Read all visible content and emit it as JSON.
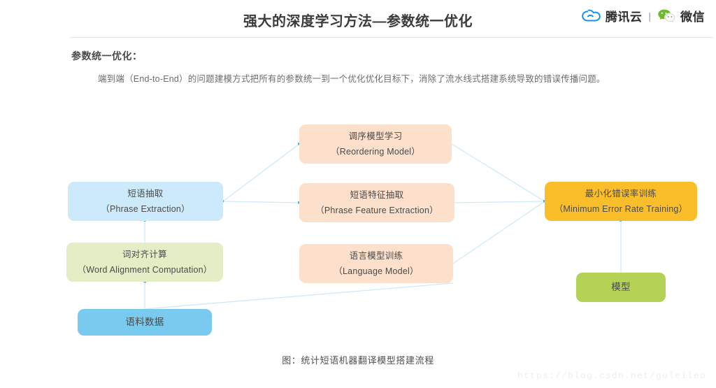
{
  "header": {
    "title": "强大的深度学习方法—参数统一优化",
    "brand": {
      "cloud_icon": "tencent-cloud-icon",
      "cloud_name": "腾讯云",
      "separator": "|",
      "wechat_icon": "wechat-icon",
      "wechat_name": "微信"
    }
  },
  "content": {
    "section_title": "参数统一优化：",
    "paragraph": "端到端（End-to-End）的问题建模方式把所有的参数统一到一个优化优化目标下，消除了流水线式搭建系统导致的错误传播问题。"
  },
  "chart_data": {
    "type": "diagram",
    "title": "图：统计短语机器翻译模型搭建流程",
    "nodes": [
      {
        "id": "reorder",
        "cn": "调序模型学习",
        "en": "（Reordering Model）",
        "color": "#fce0cb"
      },
      {
        "id": "phrase",
        "cn": "短语抽取",
        "en": "（Phrase Extraction）",
        "color": "#cdeafa"
      },
      {
        "id": "pfeat",
        "cn": "短语特征抽取",
        "en": "（Phrase Feature Extraction）",
        "color": "#fce0cb"
      },
      {
        "id": "mert",
        "cn": "最小化错误率训练",
        "en": "（Minimum Error Rate Training）",
        "color": "#fbbe2b"
      },
      {
        "id": "align",
        "cn": "词对齐计算",
        "en": "（Word Alignment Computation）",
        "color": "#e3eec6"
      },
      {
        "id": "lm",
        "cn": "语言模型训练",
        "en": "（Language Model）",
        "color": "#fce0cb"
      },
      {
        "id": "corpus",
        "cn": "语料数据",
        "en": "",
        "color": "#78caef"
      },
      {
        "id": "model",
        "cn": "模型",
        "en": "",
        "color": "#b4d255"
      }
    ],
    "edges": [
      {
        "from": "phrase",
        "to": "reorder"
      },
      {
        "from": "phrase",
        "to": "pfeat"
      },
      {
        "from": "reorder",
        "to": "mert"
      },
      {
        "from": "pfeat",
        "to": "mert"
      },
      {
        "from": "lm",
        "to": "mert"
      },
      {
        "from": "mert",
        "to": "model"
      },
      {
        "from": "corpus",
        "to": "align"
      },
      {
        "from": "corpus",
        "to": "lm"
      },
      {
        "from": "align",
        "to": "phrase"
      }
    ],
    "edge_color": "#cfe9f7"
  },
  "caption": "图：统计短语机器翻译模型搭建流程",
  "watermark": "https://blog.csdn.net/guleileo"
}
